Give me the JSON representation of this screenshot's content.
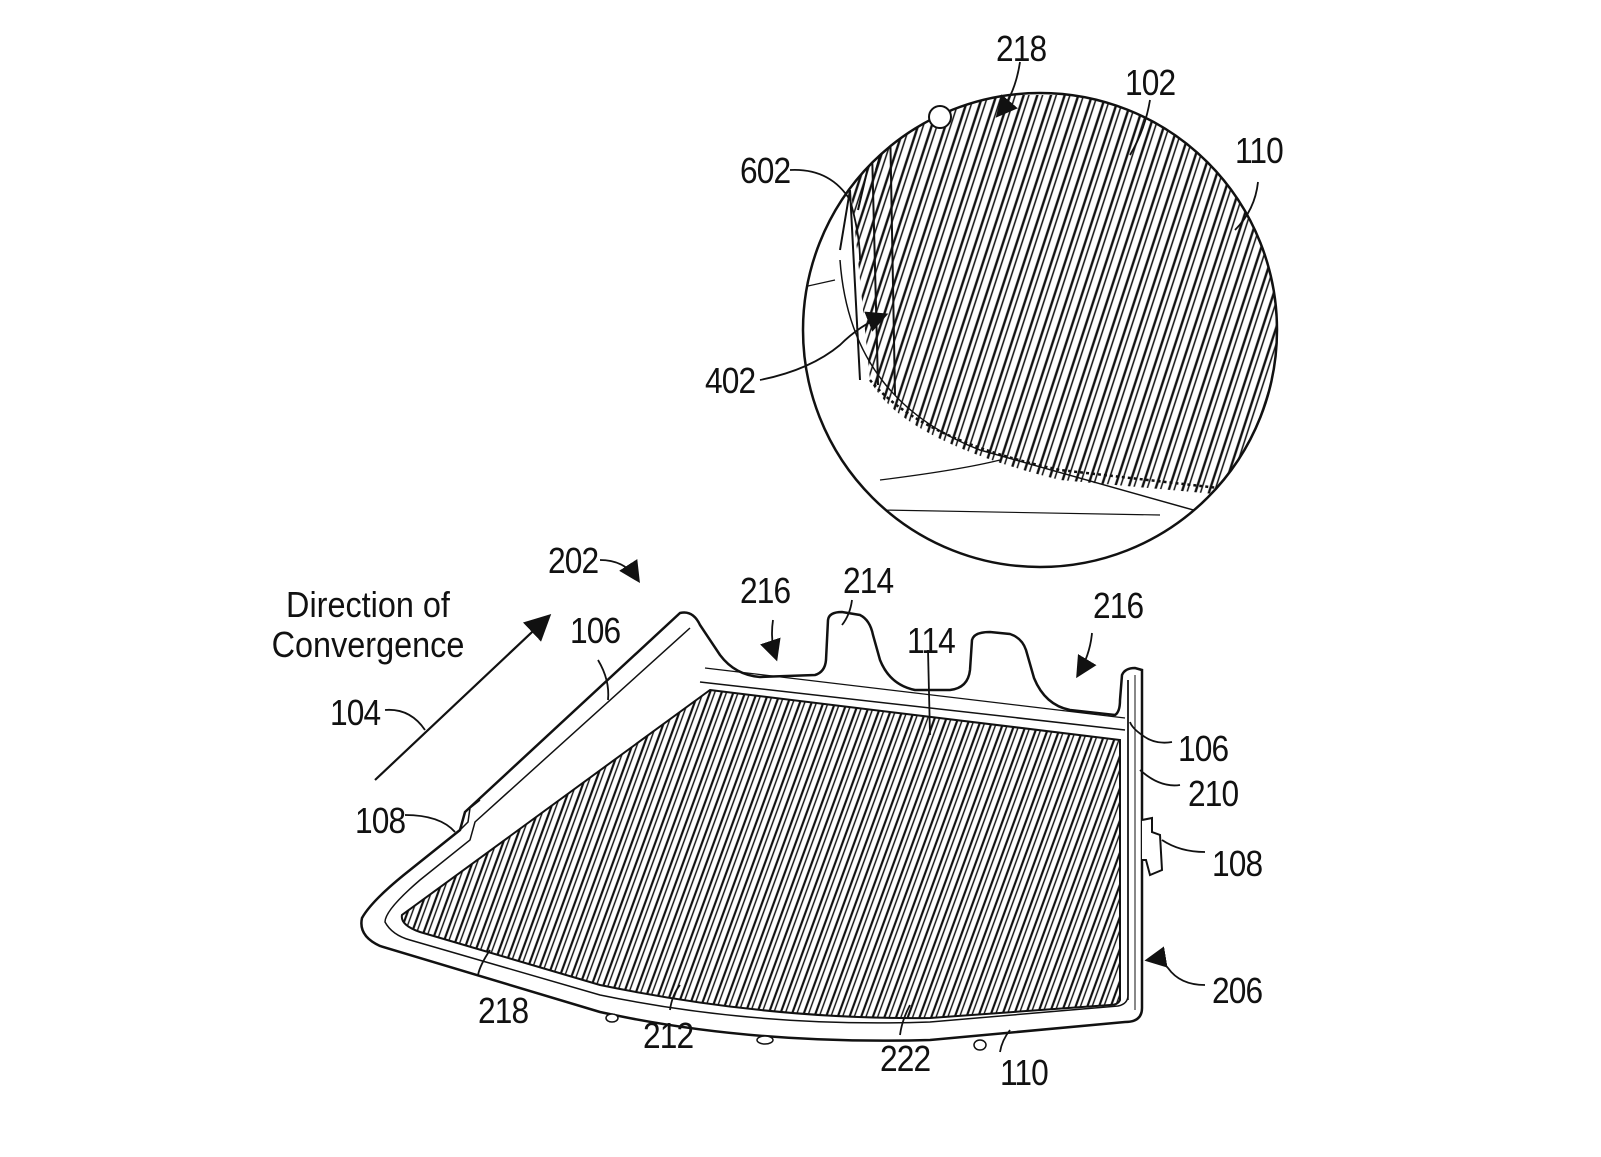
{
  "figure": {
    "type": "patent-drawing",
    "caption": {
      "line1": "Direction of",
      "line2": "Convergence"
    },
    "detail_view_labels": {
      "r218": "218",
      "r102": "102",
      "r110": "110",
      "r602": "602",
      "r402": "402"
    },
    "main_view_labels": {
      "r202": "202",
      "r216a": "216",
      "r214": "214",
      "r216b": "216",
      "r106a": "106",
      "r114": "114",
      "r104": "104",
      "r108a": "108",
      "r106b": "106",
      "r210": "210",
      "r108b": "108",
      "r206": "206",
      "r218": "218",
      "r212": "212",
      "r222": "222",
      "r110": "110"
    },
    "colors": {
      "ink": "#111111",
      "background": "#ffffff"
    }
  }
}
